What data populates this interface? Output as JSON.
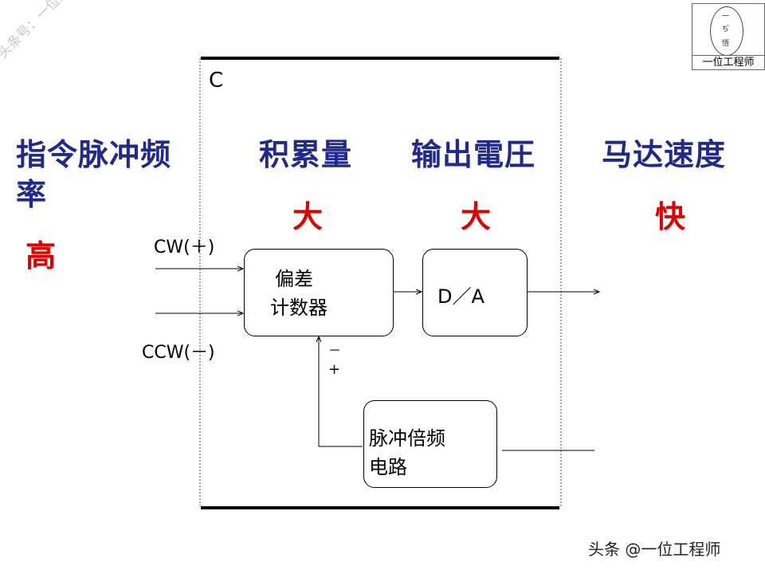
{
  "watermark": "头条号：一位工程师",
  "logo": {
    "text": "一位工程师",
    "mini_top": "一",
    "mini_mid": "ぢ",
    "mini_bot": "悟"
  },
  "region_label": "C",
  "headings": {
    "freq": "指令脉冲频",
    "freq_cont": "率",
    "accum": "积累量",
    "voltage": "输出電圧",
    "speed": "马达速度"
  },
  "values": {
    "freq": "高",
    "accum": "大",
    "voltage": "大",
    "speed": "快"
  },
  "inputs": {
    "cw": "CW(＋)",
    "ccw": "CCW(－)"
  },
  "blocks": {
    "counter_line1": "偏差",
    "counter_line2": "计数器",
    "da": "D／A",
    "mult_line1": "脉冲倍频",
    "mult_line2": "电路"
  },
  "signs": {
    "minus": "－",
    "plus": "+"
  },
  "footer": "头条 @一位工程师",
  "colors": {
    "heading": "#1f2a8c",
    "value": "#e00000",
    "line": "#000000"
  }
}
